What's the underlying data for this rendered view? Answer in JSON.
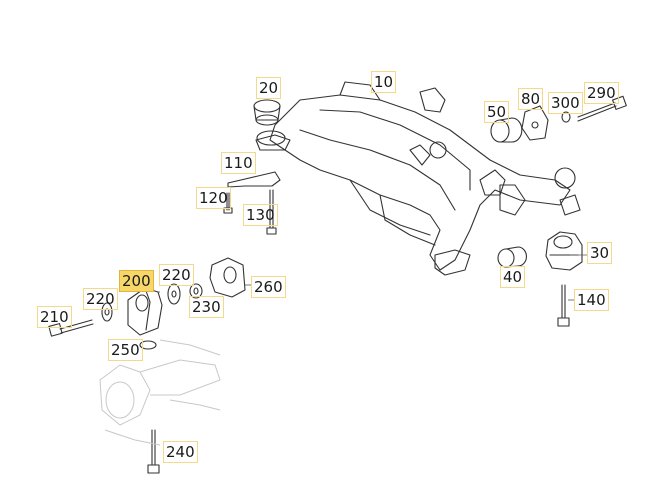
{
  "parts": [
    {
      "id": "p10",
      "label": "10"
    },
    {
      "id": "p20",
      "label": "20"
    },
    {
      "id": "p30",
      "label": "30"
    },
    {
      "id": "p40",
      "label": "40"
    },
    {
      "id": "p50",
      "label": "50"
    },
    {
      "id": "p80",
      "label": "80"
    },
    {
      "id": "p110",
      "label": "110"
    },
    {
      "id": "p120",
      "label": "120"
    },
    {
      "id": "p130",
      "label": "130"
    },
    {
      "id": "p140",
      "label": "140"
    },
    {
      "id": "p200",
      "label": "200",
      "highlighted": true
    },
    {
      "id": "p210",
      "label": "210"
    },
    {
      "id": "p220a",
      "label": "220"
    },
    {
      "id": "p220b",
      "label": "220"
    },
    {
      "id": "p230",
      "label": "230"
    },
    {
      "id": "p240",
      "label": "240"
    },
    {
      "id": "p250",
      "label": "250"
    },
    {
      "id": "p260",
      "label": "260"
    },
    {
      "id": "p290",
      "label": "290"
    },
    {
      "id": "p300",
      "label": "300"
    }
  ],
  "colors": {
    "highlight": "#f7d66a",
    "label_border": "#f5d98a",
    "line": "#333333",
    "faded": "#c8c8c8"
  }
}
